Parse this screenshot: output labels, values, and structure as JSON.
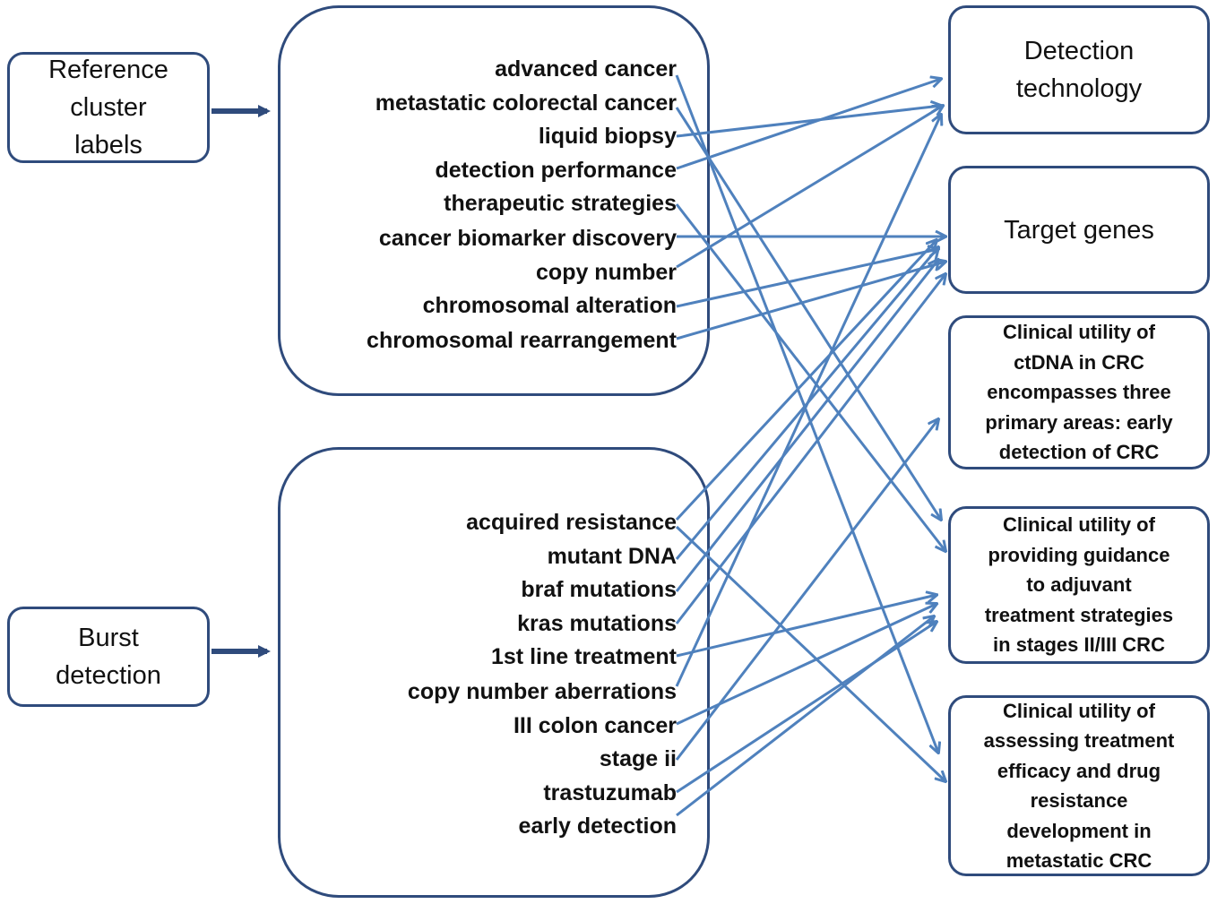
{
  "sources": {
    "reference_label": "Reference\ncluster\nlabels",
    "burst_label": "Burst\ndetection"
  },
  "reference_terms": [
    "advanced cancer",
    "metastatic colorectal cancer",
    "liquid biopsy",
    "detection performance",
    "therapeutic strategies",
    "cancer biomarker discovery",
    "copy number",
    "chromosomal alteration",
    "chromosomal rearrangement"
  ],
  "burst_terms": [
    "acquired resistance",
    "mutant DNA",
    "braf mutations",
    "kras mutations",
    "1st line treatment",
    "copy number aberrations",
    "III colon cancer",
    "stage ii",
    "trastuzumab",
    "early detection"
  ],
  "targets": [
    "Detection\ntechnology",
    "Target genes",
    "Clinical utility of\nctDNA in CRC\nencompasses three\nprimary areas: early\ndetection of CRC",
    "Clinical utility of\nproviding guidance\nto adjuvant\ntreatment strategies\nin stages II/III CRC",
    "Clinical utility of\nassessing treatment\nefficacy and drug\nresistance\ndevelopment in\nmetastatic CRC"
  ],
  "colors": {
    "arrow": "#4f81bd",
    "border": "#2f4b7c"
  }
}
